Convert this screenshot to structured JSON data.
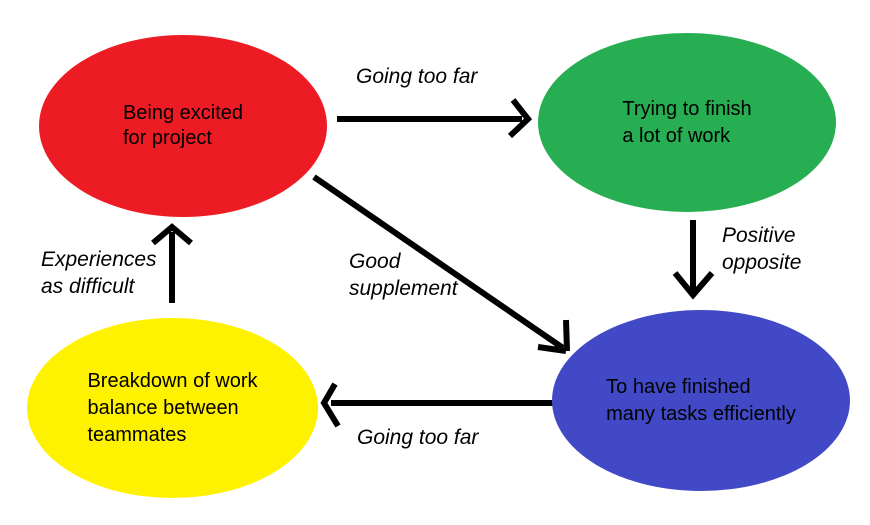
{
  "diagram": {
    "background": "#ffffff",
    "text_color": "#000000",
    "arrow_color": "#000000",
    "nodes": [
      {
        "id": "being-excited",
        "label": "Being excited\nfor project",
        "color": "#ed1c24"
      },
      {
        "id": "trying-to-finish",
        "label": "Trying to finish\na lot of work",
        "color": "#27ae52"
      },
      {
        "id": "breakdown-of-work",
        "label": "Breakdown of work\nbalance between\nteammates",
        "color": "#fff200"
      },
      {
        "id": "finished-tasks",
        "label": "To have finished\nmany tasks efficiently",
        "color": "#4149c6"
      }
    ],
    "edges": [
      {
        "from": "being-excited",
        "to": "trying-to-finish",
        "label": "Going too far"
      },
      {
        "from": "trying-to-finish",
        "to": "finished-tasks",
        "label": "Positive\nopposite"
      },
      {
        "from": "being-excited",
        "to": "finished-tasks",
        "label": "Good\nsupplement"
      },
      {
        "from": "finished-tasks",
        "to": "breakdown-of-work",
        "label": "Going too far"
      },
      {
        "from": "breakdown-of-work",
        "to": "being-excited",
        "label": "Experiences\nas difficult"
      }
    ]
  }
}
